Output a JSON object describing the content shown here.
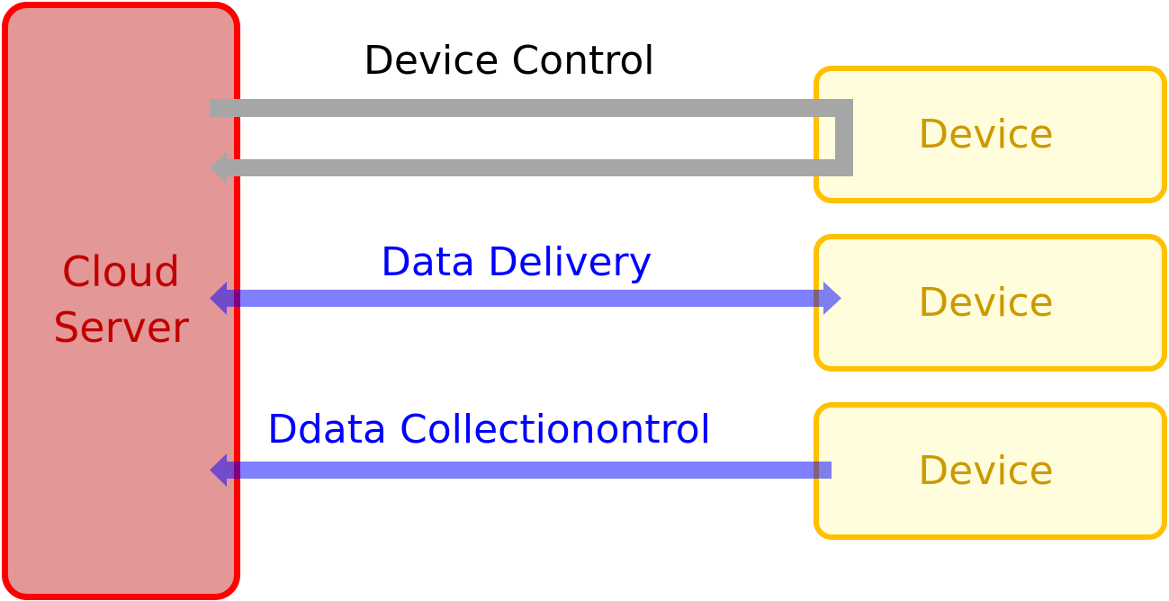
{
  "diagram": {
    "server": {
      "label_line1": "Cloud",
      "label_line2": "Server"
    },
    "devices": [
      {
        "label": "Device"
      },
      {
        "label": "Device"
      },
      {
        "label": "Device"
      }
    ],
    "connections": [
      {
        "label": "Device Control",
        "style": "gray loop (server to device and back)",
        "direction": "server-to-device-and-back"
      },
      {
        "label": "Data Delivery",
        "style": "blue double arrow",
        "direction": "bidirectional"
      },
      {
        "label": "Ddata Collectionontrol",
        "style": "blue arrow",
        "direction": "device-to-server"
      }
    ],
    "colors": {
      "server_border": "#FF0000",
      "server_fill": "#E49797",
      "server_text": "#C00000",
      "device_border": "#FFC000",
      "device_fill": "#FFFDDB",
      "device_text": "#CC9900",
      "control_arrow": "#A6A6A6",
      "data_arrow": "#0000FF",
      "control_text": "#000000",
      "data_text": "#0000FF"
    }
  }
}
